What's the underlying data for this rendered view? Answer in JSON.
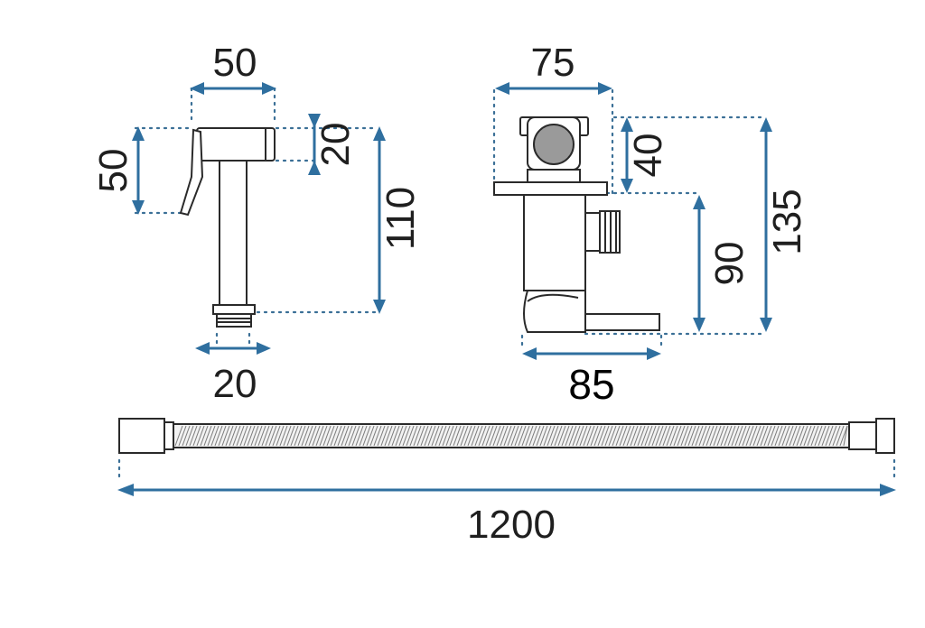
{
  "sprayer": {
    "width_top": "50",
    "height_left": "50",
    "head_height": "20",
    "total_height": "110",
    "thread_width": "20"
  },
  "valve": {
    "plate_width": "75",
    "knob_height": "40",
    "body_height": "90",
    "total_height": "135",
    "depth": "85"
  },
  "hose": {
    "length": "1200"
  },
  "colors": {
    "dimension_arrow": "#2f6f9f",
    "outline": "#2a2a2a"
  }
}
